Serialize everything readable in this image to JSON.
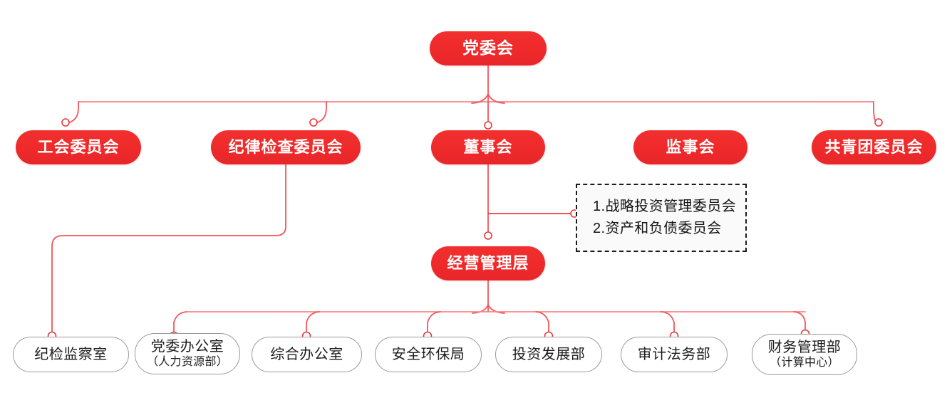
{
  "diagram": {
    "type": "organizational-chart",
    "title_node": "党委会",
    "accent_color": "#ef2a2a",
    "leaf_border_color": "#9a9a9a",
    "connector_color": "#f2565c",
    "background": "#ffffff"
  },
  "nodes": {
    "root": {
      "label": "党委会"
    },
    "level2": [
      {
        "id": "union",
        "label": "工会委员会"
      },
      {
        "id": "discipline",
        "label": "纪律检查委员会"
      },
      {
        "id": "board",
        "label": "董事会"
      },
      {
        "id": "supervisory",
        "label": "监事会"
      },
      {
        "id": "youth",
        "label": "共青团委员会"
      }
    ],
    "management": {
      "label": "经营管理层"
    },
    "committees_box": {
      "items": [
        "1.战略投资管理委员会",
        "2.资产和负债委员会"
      ]
    },
    "departments": [
      {
        "id": "dept-discipline-inspection",
        "line1": "纪检监察室",
        "line2": ""
      },
      {
        "id": "dept-party-office",
        "line1": "党委办公室",
        "line2": "（人力资源部）"
      },
      {
        "id": "dept-general-office",
        "line1": "综合办公室",
        "line2": ""
      },
      {
        "id": "dept-safety-env",
        "line1": "安全环保局",
        "line2": ""
      },
      {
        "id": "dept-investment",
        "line1": "投资发展部",
        "line2": ""
      },
      {
        "id": "dept-audit-legal",
        "line1": "审计法务部",
        "line2": ""
      },
      {
        "id": "dept-finance",
        "line1": "财务管理部",
        "line2": "（计算中心）"
      }
    ]
  }
}
